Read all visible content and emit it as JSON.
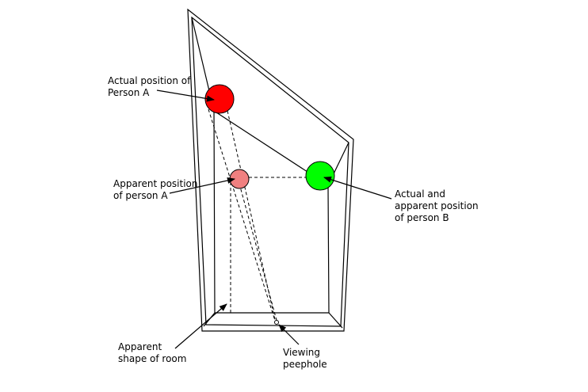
{
  "labels": {
    "actual_a_line1": "Actual position of",
    "actual_a_line2": "Person A",
    "apparent_a_line1": "Apparent position",
    "apparent_a_line2": "of person A",
    "person_b_line1": "Actual and",
    "person_b_line2": "apparent position",
    "person_b_line3": "of person B",
    "room_line1": "Apparent",
    "room_line2": "shape of room",
    "peephole_line1": "Viewing",
    "peephole_line2": "peephole"
  },
  "colors": {
    "person_a_actual": "#ff0000",
    "person_a_apparent": "#f08080",
    "person_b": "#00ff00",
    "line": "#000000",
    "background": "#ffffff"
  }
}
